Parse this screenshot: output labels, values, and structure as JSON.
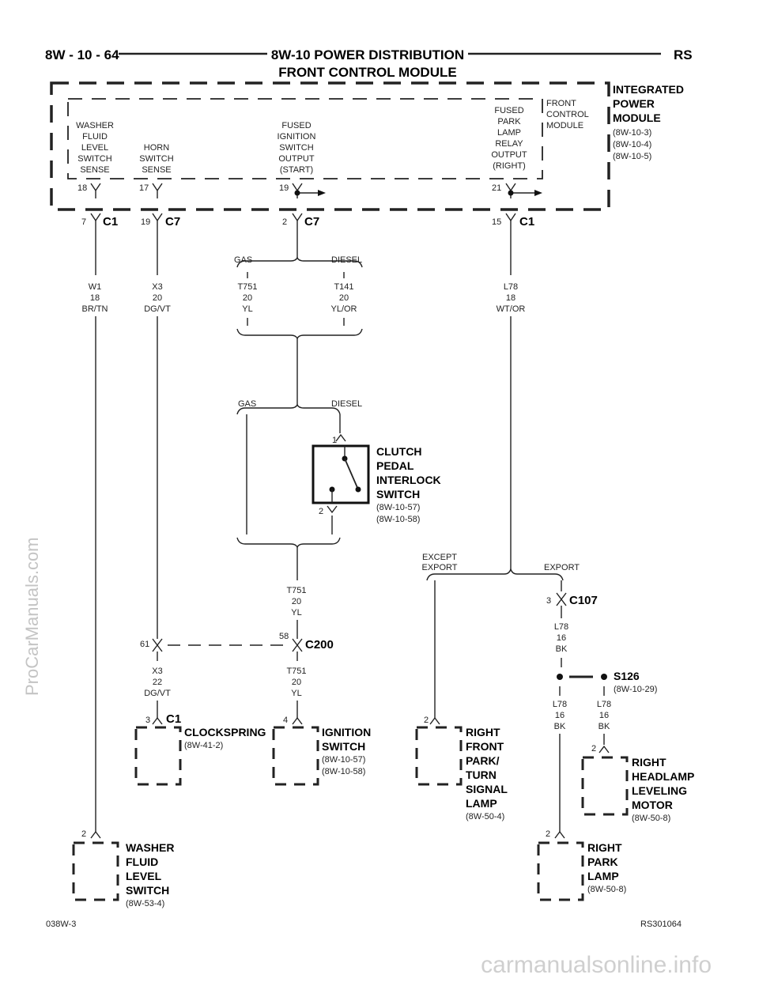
{
  "header": {
    "page_ref": "8W - 10 - 64",
    "title_line1": "8W-10 POWER DISTRIBUTION",
    "title_line2": "FRONT CONTROL MODULE",
    "model_code": "RS"
  },
  "ipm": {
    "name": [
      "INTEGRATED",
      "POWER",
      "MODULE"
    ],
    "refs": [
      "(8W-10-3)",
      "(8W-10-4)",
      "(8W-10-5)"
    ],
    "fcm_label": [
      "FRONT",
      "CONTROL",
      "MODULE"
    ]
  },
  "pins": [
    {
      "id": "washer",
      "label": [
        "WASHER",
        "FLUID",
        "LEVEL",
        "SWITCH",
        "SENSE"
      ],
      "cavity": "18",
      "conn_pin": "7",
      "connector": "C1"
    },
    {
      "id": "horn",
      "label": [
        "HORN",
        "SWITCH",
        "SENSE"
      ],
      "cavity": "17",
      "conn_pin": "19",
      "connector": "C7"
    },
    {
      "id": "ignition",
      "label": [
        "FUSED",
        "IGNITION",
        "SWITCH",
        "OUTPUT",
        "(START)"
      ],
      "cavity": "19",
      "conn_pin": "2",
      "connector": "C7"
    },
    {
      "id": "park",
      "label": [
        "FUSED",
        "PARK",
        "LAMP",
        "RELAY",
        "OUTPUT",
        "(RIGHT)"
      ],
      "cavity": "21",
      "conn_pin": "15",
      "connector": "C1"
    }
  ],
  "wires": {
    "w1": [
      "W1",
      "18",
      "BR/TN"
    ],
    "x3_top": [
      "X3",
      "20",
      "DG/VT"
    ],
    "t751_gas": [
      "T751",
      "20",
      "YL"
    ],
    "t141_diesel": [
      "T141",
      "20",
      "YL/OR"
    ],
    "l78_top": [
      "L78",
      "18",
      "WT/OR"
    ],
    "t751_mid": [
      "T751",
      "20",
      "YL"
    ],
    "x3_bottom": [
      "X3",
      "22",
      "DG/VT"
    ],
    "t751_bottom": [
      "T751",
      "20",
      "YL"
    ],
    "l78_bk_a": [
      "L78",
      "16",
      "BK"
    ],
    "l78_bk_b": [
      "L78",
      "16",
      "BK"
    ],
    "l78_bk_c": [
      "L78",
      "16",
      "BK"
    ]
  },
  "options": {
    "gas": "GAS",
    "diesel": "DIESEL",
    "except_export": [
      "EXCEPT",
      "EXPORT"
    ],
    "export": "EXPORT"
  },
  "clutch_switch": {
    "name": [
      "CLUTCH",
      "PEDAL",
      "INTERLOCK",
      "SWITCH"
    ],
    "refs": [
      "(8W-10-57)",
      "(8W-10-58)"
    ],
    "pin_top": "1",
    "pin_bottom": "2"
  },
  "c200": {
    "connector": "C200",
    "pin_x3": "61",
    "pin_t751": "58"
  },
  "c107": {
    "connector": "C107",
    "pin": "3"
  },
  "s126": {
    "splice": "S126",
    "ref": "(8W-10-29)"
  },
  "components": {
    "clockspring": {
      "name": [
        "CLOCKSPRING"
      ],
      "refs": [
        "(8W-41-2)"
      ],
      "pin": "3",
      "connector": "C1"
    },
    "ignition_switch": {
      "name": [
        "IGNITION",
        "SWITCH"
      ],
      "refs": [
        "(8W-10-57)",
        "(8W-10-58)"
      ],
      "pin": "4"
    },
    "right_front_lamp": {
      "name": [
        "RIGHT",
        "FRONT",
        "PARK/",
        "TURN",
        "SIGNAL",
        "LAMP"
      ],
      "refs": [
        "(8W-50-4)"
      ],
      "pin": "2"
    },
    "headlamp_motor": {
      "name": [
        "RIGHT",
        "HEADLAMP",
        "LEVELING",
        "MOTOR"
      ],
      "refs": [
        "(8W-50-8)"
      ],
      "pin": "2"
    },
    "washer_switch": {
      "name": [
        "WASHER",
        "FLUID",
        "LEVEL",
        "SWITCH"
      ],
      "refs": [
        "(8W-53-4)"
      ],
      "pin": "2"
    },
    "right_park_lamp": {
      "name": [
        "RIGHT",
        "PARK",
        "LAMP"
      ],
      "refs": [
        "(8W-50-8)"
      ],
      "pin": "2"
    }
  },
  "footer": {
    "left": "038W-3",
    "right": "RS301064"
  },
  "watermarks": {
    "left": "ProCarManuals.com",
    "bottom": "carmanualsonline.info"
  }
}
